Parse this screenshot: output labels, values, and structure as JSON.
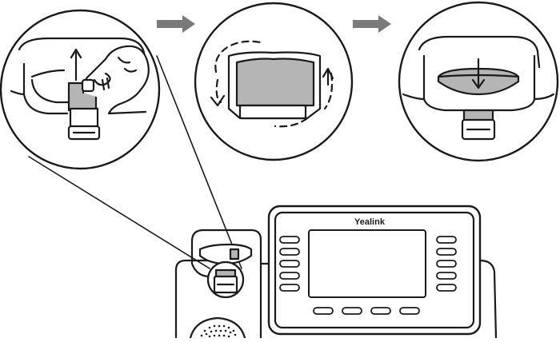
{
  "brand": {
    "name": "Yealink"
  },
  "steps": [
    {
      "name": "pull-out-hookswitch-tab"
    },
    {
      "name": "rotate-tab-180"
    },
    {
      "name": "push-tab-back-in"
    }
  ],
  "step_arrow_icon": "right-arrow-icon",
  "colors": {
    "stroke": "#1a1a1a",
    "tab_fill": "#b5b5b5",
    "arrow": "#7a7a7a",
    "background": "#ffffff"
  }
}
